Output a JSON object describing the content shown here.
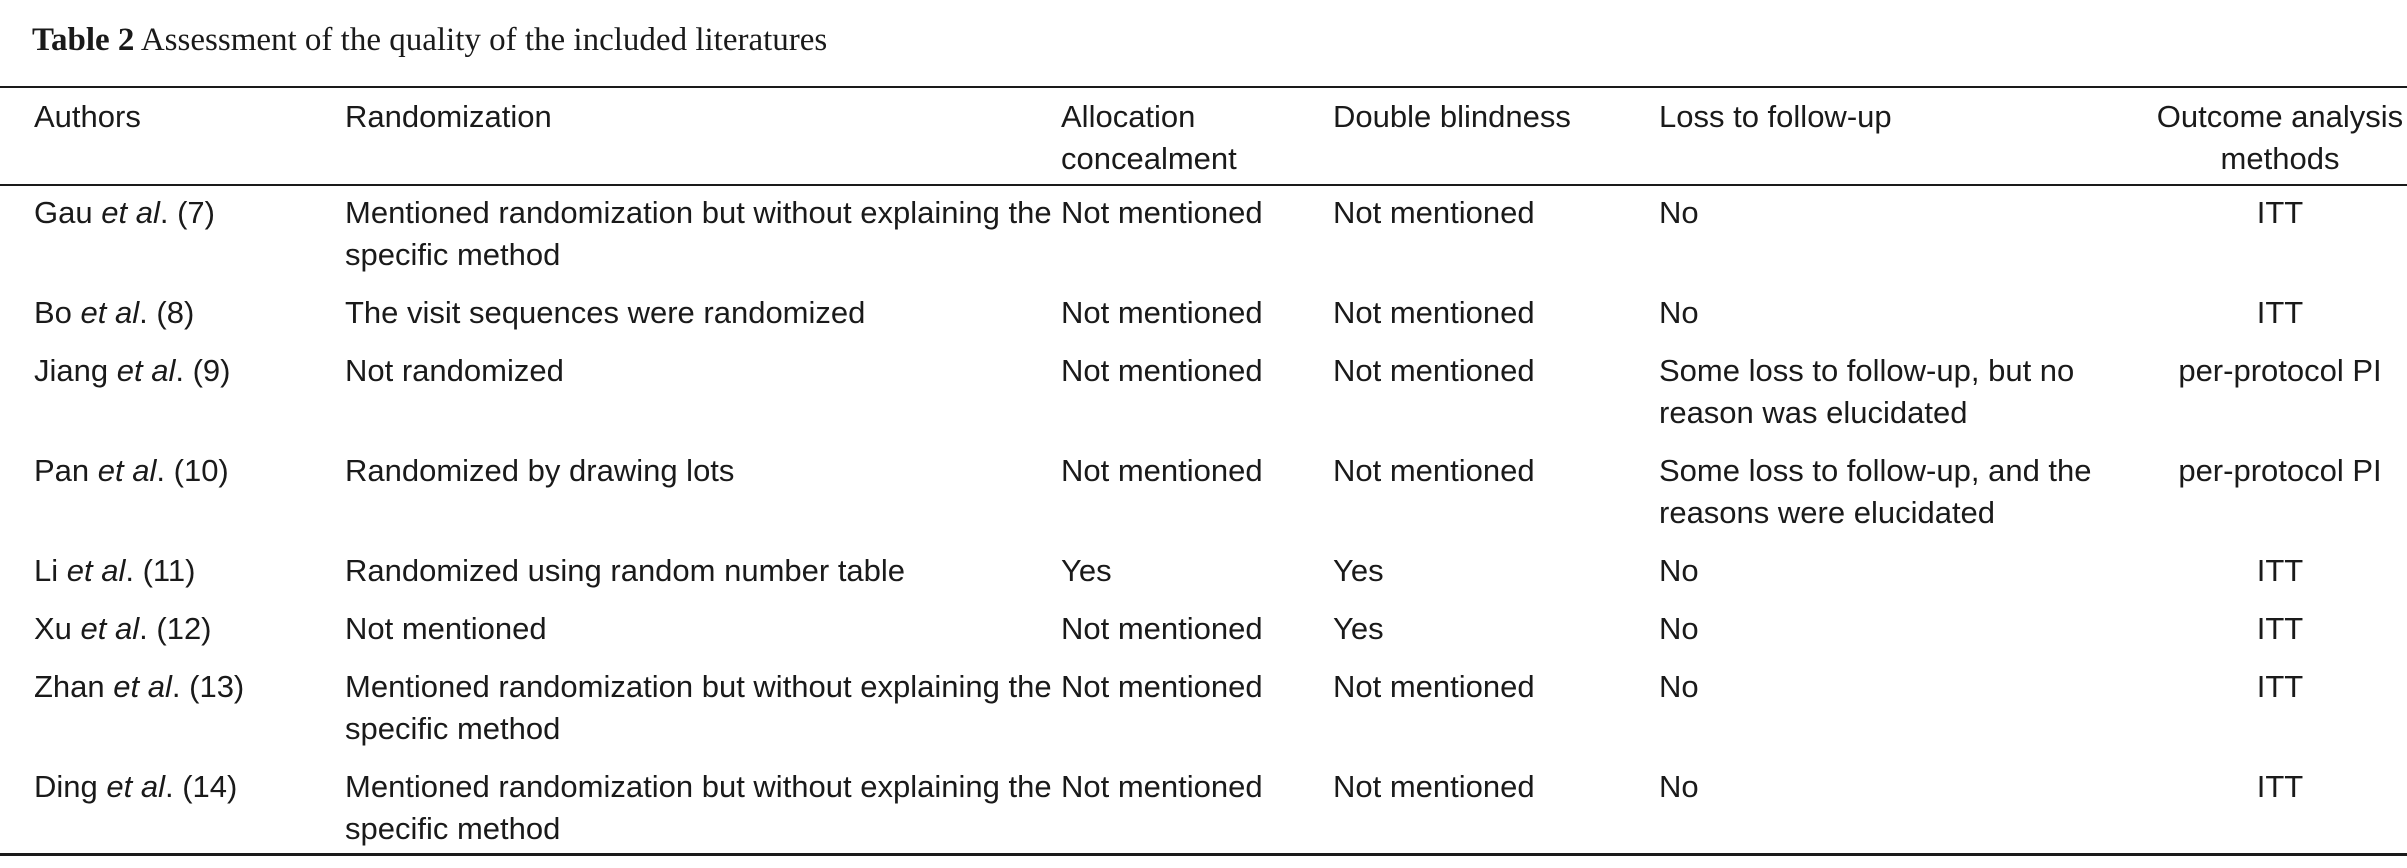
{
  "caption": {
    "label": "Table 2",
    "text": "Assessment of the quality of the included literatures"
  },
  "columns": [
    "Authors",
    "Randomization",
    "Allocation concealment",
    "Double blindness",
    "Loss to follow-up",
    "Outcome analysis methods"
  ],
  "rows": [
    {
      "author": "Gau",
      "etal": "et al",
      "ref": ". (7)",
      "randomization": "Mentioned randomization but without explaining the specific method",
      "allocation": "Not mentioned",
      "blinding": "Not mentioned",
      "loss": "No",
      "method": "ITT"
    },
    {
      "author": "Bo",
      "etal": "et al",
      "ref": ". (8)",
      "randomization": "The visit sequences were randomized",
      "allocation": "Not mentioned",
      "blinding": "Not mentioned",
      "loss": "No",
      "method": "ITT"
    },
    {
      "author": "Jiang",
      "etal": "et al",
      "ref": ". (9)",
      "randomization": "Not randomized",
      "allocation": "Not mentioned",
      "blinding": "Not mentioned",
      "loss": "Some loss to follow-up, but no reason was elucidated",
      "method": "per-protocol PI"
    },
    {
      "author": "Pan",
      "etal": "et al",
      "ref": ". (10)",
      "randomization": "Randomized by drawing lots",
      "allocation": "Not mentioned",
      "blinding": "Not mentioned",
      "loss": "Some loss to follow-up, and the reasons were elucidated",
      "method": "per-protocol PI"
    },
    {
      "author": "Li",
      "etal": "et al",
      "ref": ". (11)",
      "randomization": "Randomized using random number table",
      "allocation": "Yes",
      "blinding": "Yes",
      "loss": "No",
      "method": "ITT"
    },
    {
      "author": "Xu",
      "etal": "et al",
      "ref": ". (12)",
      "randomization": "Not mentioned",
      "allocation": "Not mentioned",
      "blinding": "Yes",
      "loss": "No",
      "method": "ITT"
    },
    {
      "author": "Zhan",
      "etal": "et al",
      "ref": ". (13)",
      "randomization": "Mentioned randomization but without explaining the specific method",
      "allocation": "Not mentioned",
      "blinding": "Not mentioned",
      "loss": "No",
      "method": "ITT"
    },
    {
      "author": "Ding",
      "etal": "et al",
      "ref": ". (14)",
      "randomization": "Mentioned randomization but without explaining the specific method",
      "allocation": "Not mentioned",
      "blinding": "Not mentioned",
      "loss": "No",
      "method": "ITT"
    }
  ]
}
